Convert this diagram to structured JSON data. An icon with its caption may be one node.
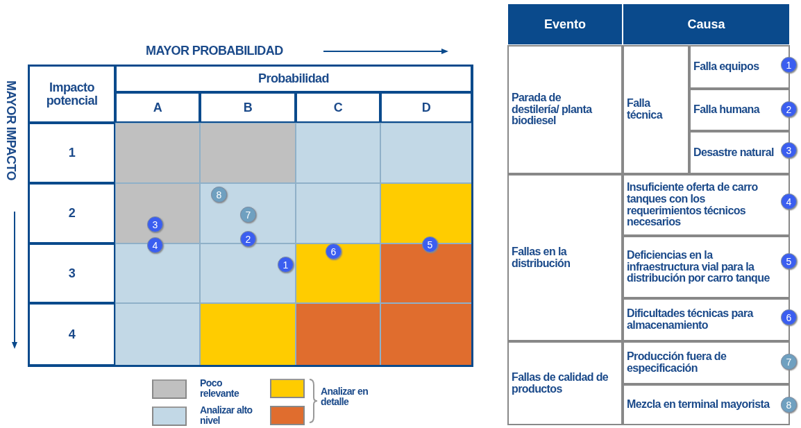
{
  "diagram": {
    "nodes": [
      {
        "text": [
          "8"
        ]
      },
      {
        "text": [
          "7"
        ]
      },
      {
        "text": [
          "3"
        ]
      },
      {
        "text": [
          "2"
        ]
      },
      {
        "text": [
          "4"
        ]
      },
      {
        "text": [
          "5"
        ]
      },
      {
        "text": [
          "6"
        ]
      },
      {
        "text": [
          "1"
        ]
      },
      {
        "text": [
          "1"
        ]
      },
      {
        "text": [
          "2"
        ]
      },
      {
        "text": [
          "3"
        ]
      },
      {
        "text": [
          "4"
        ]
      },
      {
        "text": [
          "5"
        ]
      },
      {
        "text": [
          "6"
        ]
      },
      {
        "text": [
          "7"
        ]
      },
      {
        "text": [
          "8"
        ]
      }
    ],
    "labels": [
      "MAYOR PROBABILIDAD",
      "MAYOR IMPACTO",
      "Impacto potencial",
      "Probabilidad",
      "A",
      "B",
      "C",
      "D",
      "1",
      "2",
      "3",
      "4",
      "Evento",
      "Causa",
      "Parada de destilería/ planta biodiesel",
      "Falla técnica",
      "Falla equipos",
      "Falla humana",
      "Desastre natural",
      "Fallas en la distribución",
      "Insuficiente oferta de carro tanques con los requerimientos técnicos necesarios",
      "Deficiencias en la infraestructura vial para la distribución por carro tanque",
      "Dificultades técnicas para almacenamiento",
      "Fallas de calidad de productos",
      "Producción fuera de especificación",
      "Mezcla en terminal mayorista"
    ],
    "legend": [
      {
        "text": "Poco relevante",
        "color": "#c0c0c0"
      },
      {
        "text": "Analizar alto nivel",
        "color": "#c2d8e6"
      },
      {
        "text": "Analizar en detalle",
        "color": "#ffcc00"
      }
    ]
  }
}
